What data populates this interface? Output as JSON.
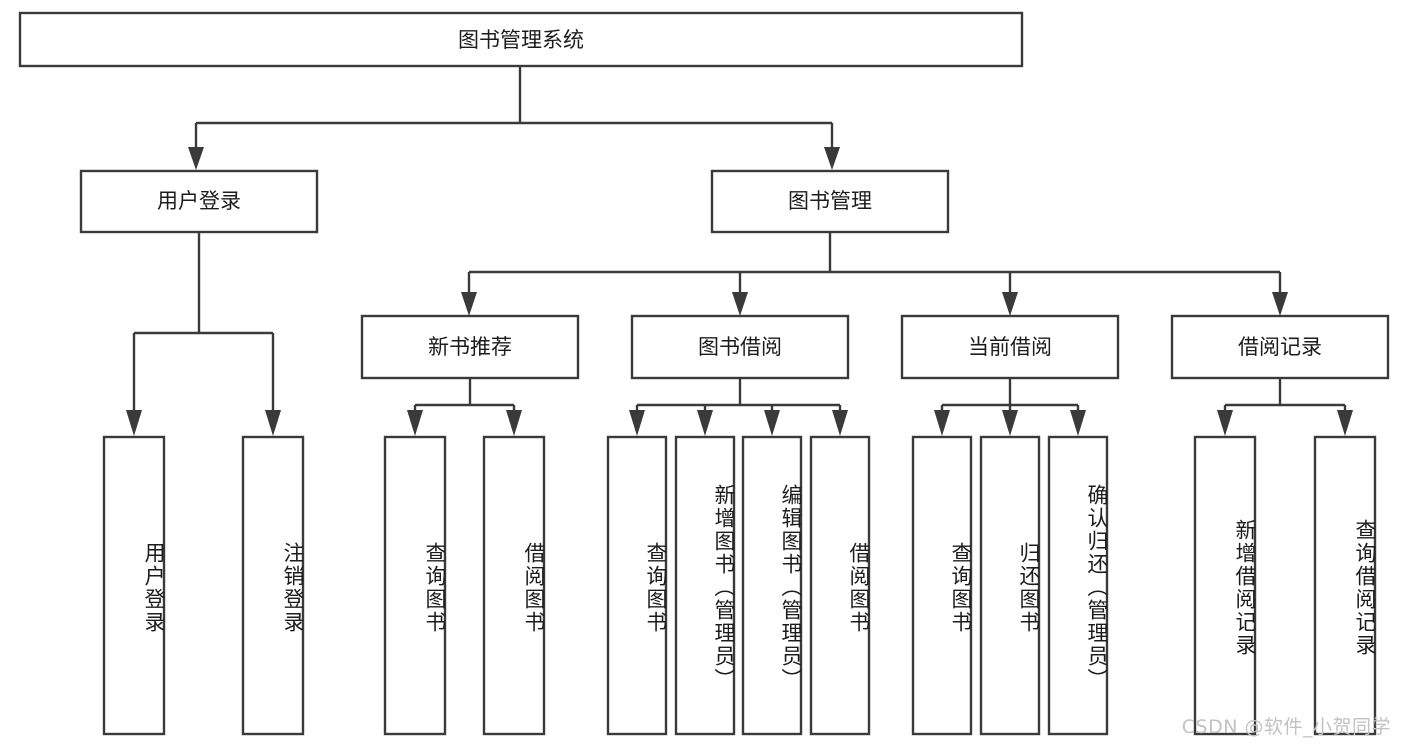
{
  "diagram": {
    "type": "tree-hierarchy",
    "title": "图书管理系统",
    "watermark": "CSDN @软件_小贺同学",
    "colors": {
      "stroke": "#3a3a3a",
      "fill": "#ffffff",
      "text": "#1c1c1c",
      "watermark": "#c2c2c2"
    },
    "levels": {
      "root": {
        "label": "图书管理系统"
      },
      "level2": [
        {
          "label": "用户登录"
        },
        {
          "label": "图书管理"
        }
      ],
      "level3": [
        {
          "label": "新书推荐"
        },
        {
          "label": "图书借阅"
        },
        {
          "label": "当前借阅"
        },
        {
          "label": "借阅记录"
        }
      ],
      "leaves_user_login": [
        {
          "label": "用户登录"
        },
        {
          "label": "注销登录"
        }
      ],
      "leaves_new_book": [
        {
          "label": "查询图书"
        },
        {
          "label": "借阅图书"
        }
      ],
      "leaves_borrow": [
        {
          "label": "查询图书"
        },
        {
          "label": "新增图书（管理员）"
        },
        {
          "label": "编辑图书（管理员）"
        },
        {
          "label": "借阅图书"
        }
      ],
      "leaves_current": [
        {
          "label": "查询图书"
        },
        {
          "label": "归还图书"
        },
        {
          "label": "确认归还（管理员）"
        }
      ],
      "leaves_record": [
        {
          "label": "新增借阅记录"
        },
        {
          "label": "查询借阅记录"
        }
      ]
    }
  }
}
